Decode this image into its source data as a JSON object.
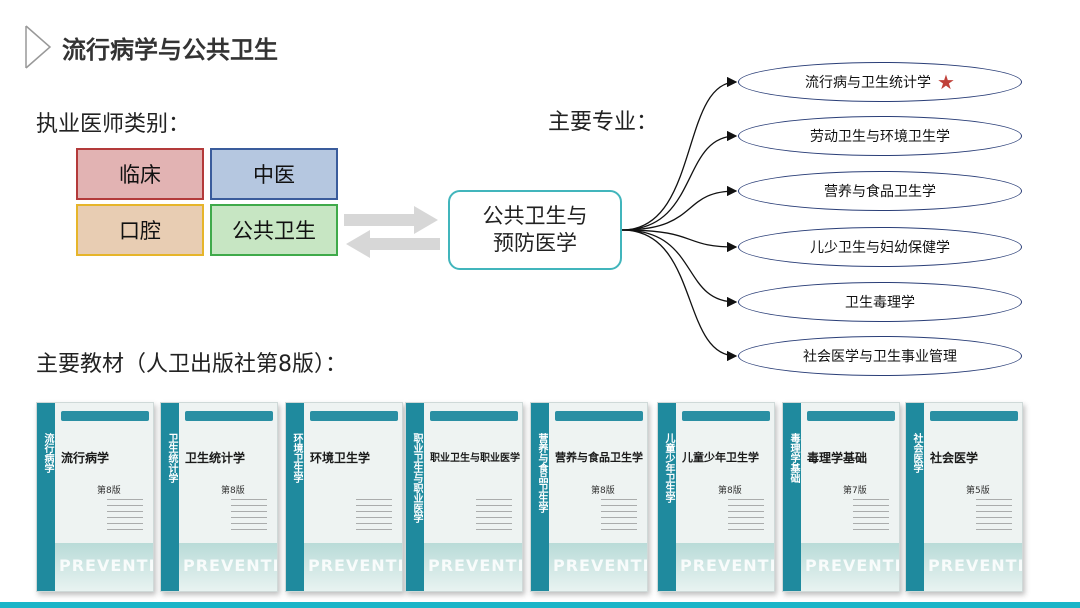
{
  "header": {
    "title": "流行病学与公共卫生"
  },
  "left": {
    "categories_label": "执业医师类别：",
    "categories": [
      {
        "label": "临床",
        "bg": "#e2b3b3",
        "border": "#b33a3a"
      },
      {
        "label": "中医",
        "bg": "#b5c7e0",
        "border": "#3a5c9c"
      },
      {
        "label": "口腔",
        "bg": "#e8cdb3",
        "border": "#e6b52a"
      },
      {
        "label": "公共卫生",
        "bg": "#c7e6c3",
        "border": "#3faa4a"
      }
    ]
  },
  "center": {
    "label_line1": "公共卫生与",
    "label_line2": "预防医学"
  },
  "majors": {
    "label": "主要专业：",
    "items": [
      {
        "label": "流行病与卫生统计学",
        "starred": true
      },
      {
        "label": "劳动卫生与环境卫生学"
      },
      {
        "label": "营养与食品卫生学"
      },
      {
        "label": "儿少卫生与妇幼保健学"
      },
      {
        "label": "卫生毒理学"
      },
      {
        "label": "社会医学与卫生事业管理"
      }
    ],
    "star_glyph": "★",
    "star_color": "#c0413a"
  },
  "textbooks": {
    "label": "主要教材（人卫出版社第8版）：",
    "books": [
      {
        "title": "流行病学",
        "spine": "流行病学",
        "edition": "第8版"
      },
      {
        "title": "卫生统计学",
        "spine": "卫生统计学",
        "edition": "第8版"
      },
      {
        "title": "环境卫生学",
        "spine": "环境卫生学",
        "edition": ""
      },
      {
        "title": "职业卫生与职业医学",
        "spine": "职业卫生与职业医学",
        "edition": ""
      },
      {
        "title": "营养与食品卫生学",
        "spine": "营养与食品卫生学",
        "edition": "第8版"
      },
      {
        "title": "儿童少年卫生学",
        "spine": "儿童少年卫生学",
        "edition": "第8版"
      },
      {
        "title": "毒理学基础",
        "spine": "毒理学基础",
        "edition": "第7版"
      },
      {
        "title": "社会医学",
        "spine": "社会医学",
        "edition": "第5版"
      }
    ],
    "watermark": "PREVENTIVE"
  },
  "colors": {
    "accent": "#19b5c8",
    "center_border": "#41b5bc",
    "ellipse_border": "#2b3f78"
  }
}
